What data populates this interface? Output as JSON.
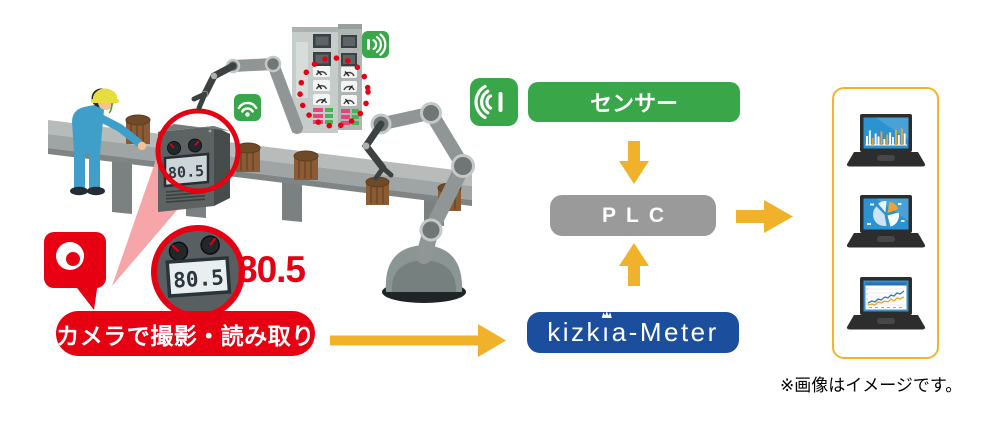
{
  "colors": {
    "red": "#e60012",
    "green": "#3aa64a",
    "yellow": "#f0b22a",
    "kizkia_blue": "#1c4e9e",
    "plc_gray": "#9a9a9b",
    "panel_border": "#f3b42b"
  },
  "illustration": {
    "meter_value": "80.5",
    "camera_caption": "カメラで撮影・読み取り",
    "icons": [
      "camera-icon",
      "wifi-icon",
      "sound-waves-right-icon",
      "sound-waves-left-icon",
      "red-highlight-circle",
      "red-dotted-circle",
      "magnified-meter"
    ]
  },
  "flow": {
    "sensor_label": "センサー",
    "plc_label": "PLC",
    "kizkia_part1": "kizk",
    "kizkia_i": "ı",
    "kizkia_part2": "a-Meter"
  },
  "monitors": {
    "charts": [
      "bar",
      "pie",
      "line"
    ]
  },
  "footnote": "※画像はイメージです。"
}
